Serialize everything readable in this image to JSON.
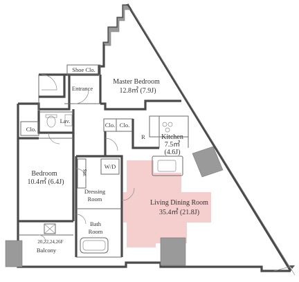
{
  "floorplan": {
    "rooms": {
      "shoe_closet": "Shoe Clo.",
      "entrance": "Entrance",
      "master_bedroom": {
        "name": "Master Bedroom",
        "area": "12.8㎡ (7.9J)"
      },
      "closet_left": "Clo.",
      "lavatory": "Lav.",
      "closet_center_1": "Clo.",
      "closet_center_2": "Clo.",
      "refrigerator": "R",
      "kitchen": {
        "name": "Kitchen",
        "area_sqm": "7.5㎡",
        "area_j": "(4.6J)"
      },
      "bedroom": {
        "name": "Bedroom",
        "area": "10.4㎡ (6.4J)"
      },
      "storage": "Sto.",
      "washer_dryer": "W/D",
      "dressing_room": {
        "line1": "Dressing",
        "line2": "Room"
      },
      "bath_room": {
        "line1": "Bath",
        "line2": "Room"
      },
      "living_dining": {
        "name": "Living Dining Room",
        "area": "35.4㎡ (21.8J)"
      },
      "balcony": {
        "name": "Balcony",
        "floors": "20,22,24,26F"
      }
    },
    "colors": {
      "living_highlight": "#f3c6c6",
      "wall": "#4a4a4a",
      "column": "#9a9a9a",
      "text": "#333333"
    }
  }
}
